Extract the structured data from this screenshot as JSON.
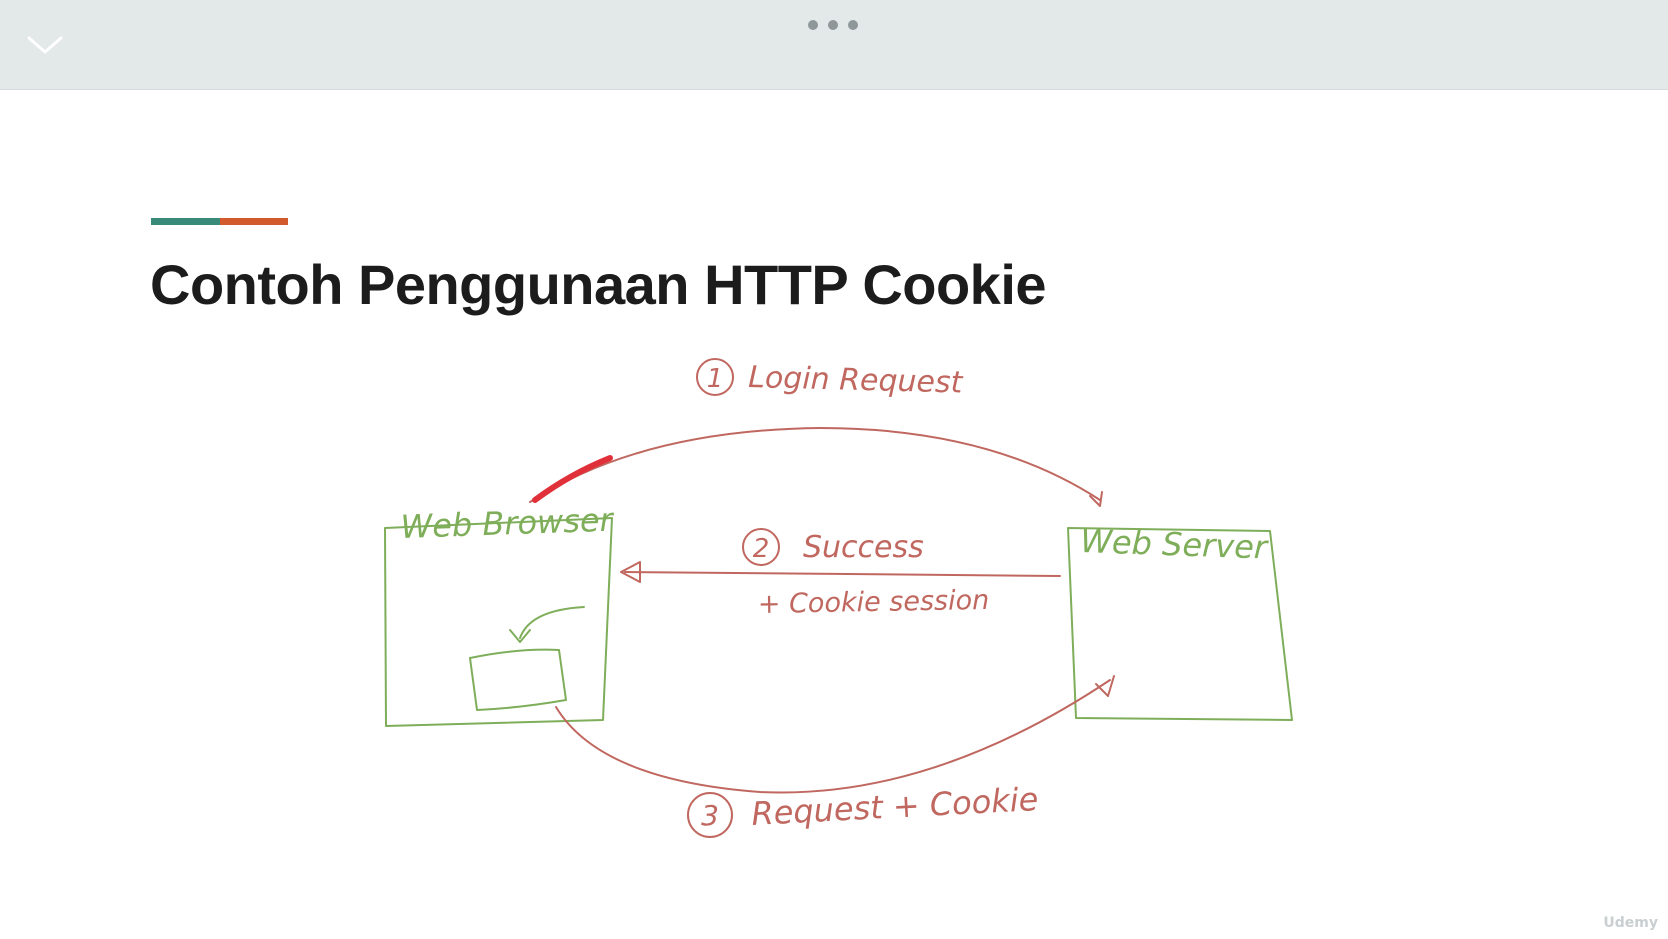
{
  "toolbar": {
    "collapse_icon": "chevron-down-icon",
    "more_icon": "more-horizontal-icon"
  },
  "slide": {
    "title": "Contoh Penggunaan HTTP Cookie",
    "accent_colors": [
      "#3a8a7a",
      "#d25a2c"
    ]
  },
  "diagram": {
    "browser_label": "Web Browser",
    "server_label": "Web Server",
    "step1": {
      "number": "1",
      "label": "Login Request"
    },
    "step2": {
      "number": "2",
      "label": "Success",
      "sublabel": "+ Cookie session"
    },
    "step3": {
      "number": "3",
      "label": "Request + Cookie"
    },
    "storage_icon": "database-cylinder-icon",
    "colors": {
      "box": "#7fae5a",
      "arrow": "#c06860",
      "pointer": "#e0303a"
    }
  },
  "watermark": "Udemy"
}
